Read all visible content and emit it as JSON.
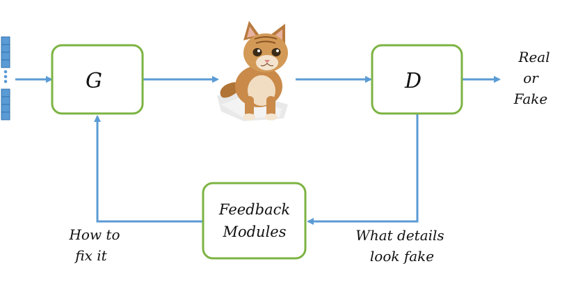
{
  "colors": {
    "box_border": "#7cb342",
    "arrow": "#5b9bd5",
    "latent_fill": "#5b9bd5",
    "latent_stroke": "#2f6fad",
    "text": "#111111"
  },
  "generator": {
    "label": "G"
  },
  "discriminator": {
    "label": "D"
  },
  "feedback": {
    "line1": "Feedback",
    "line2": "Modules"
  },
  "output": {
    "line1": "Real",
    "line2": "or",
    "line3": "Fake"
  },
  "labels": {
    "how_line1": "How to",
    "how_line2": "fix it",
    "what_line1": "What details",
    "what_line2": "look fake"
  },
  "icons": {
    "sample": "kitten-image",
    "latent": "latent-vector-icon"
  }
}
